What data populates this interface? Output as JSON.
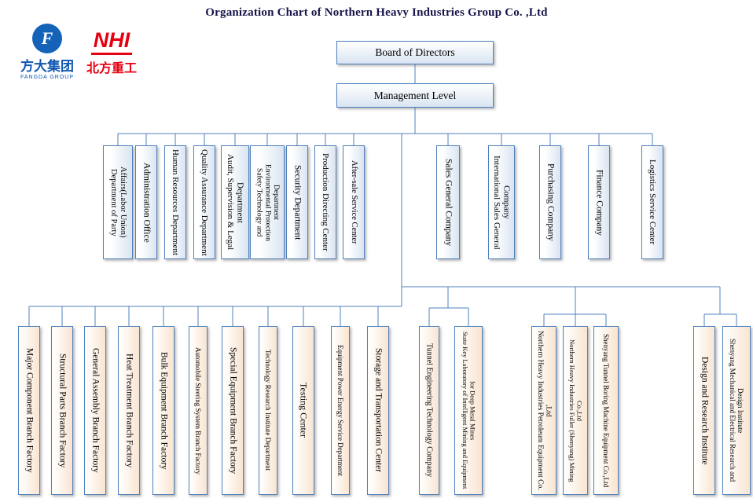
{
  "title": "Organization Chart of Northern Heavy Industries  Group Co. ,Ltd",
  "logos": {
    "fangda": {
      "mark": "F",
      "cn": "方大集团",
      "en": "FANGDA GROUP"
    },
    "nhi": {
      "abbr": "NHI",
      "cn": "北方重工"
    }
  },
  "top": {
    "board": "Board of Directors",
    "management": "Management Level"
  },
  "middle_row": [
    "Department of Party Affairs(Labor Union)",
    "Administration Office",
    "Human Resources Department",
    "Quality Assurance Department",
    "Audit, Supervision & Legal Department",
    "Safety Technology and Environmental Protection Department",
    "Security Department",
    "Production Directing Center",
    "After-sale Service Center",
    "Sales General Company",
    "International Sales General Company",
    "Purchasing Company",
    "Finance Company",
    "Logistics Service Center"
  ],
  "bottom_row": [
    "Major Component Branch Factory",
    "Structural Parts Branch Factory",
    "General Assembly Branch Factory",
    "Heat Treatment Branch Factory",
    "Bulk Equipment Branch Factory",
    "Automobile Steering System Branch Factory",
    "Special Equipment Branch Factory",
    "Technology Research Institute Department",
    "Testing Center",
    "Equipment Power Energy Service Department",
    "Storage and Transportation Center",
    "Tunnel Engineering Technology Company",
    "State Key Laboratory of Intelligent Mining and Equipment for Deep Metal Mines",
    "Northern Heavy Industries Petroleum Equipment Co. ,Ltd",
    "Northern Heavy Industries Fuller (Shenyang) Mining Co.,Ltd",
    "Shenyang Tunnel Boring Machine Equipment Co.,Ltd",
    "Design and Research Institute",
    "Shenyang Mechanical and Electrical Research and Design Institute"
  ],
  "colors": {
    "line_blue": "#4f81bd",
    "box_border_blue": "#4f81bd",
    "middle_fill": "#d9e5f2",
    "bottom_fill": "#f9e4d1",
    "nhi_red": "#e60012",
    "fangda_blue": "#1258b0"
  }
}
